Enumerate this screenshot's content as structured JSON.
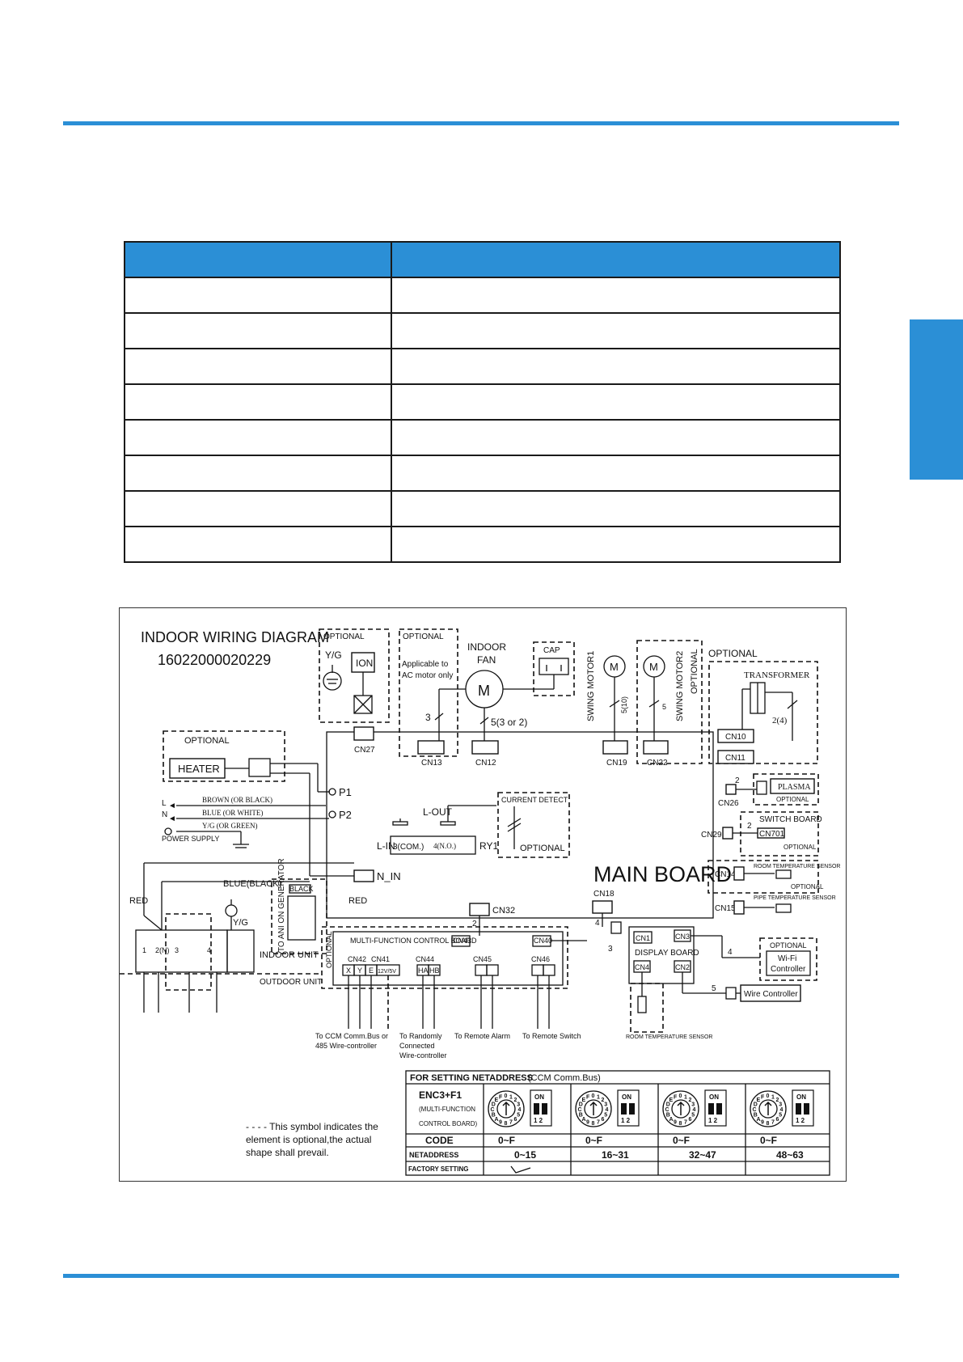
{
  "header": {
    "accent_color": "#2b8fd6"
  },
  "side_tab": {
    "color": "#2b8fd6"
  },
  "code_table": {
    "columns": [
      "",
      ""
    ],
    "rows": [
      [
        "",
        ""
      ],
      [
        "",
        ""
      ],
      [
        "",
        ""
      ],
      [
        "",
        ""
      ],
      [
        "",
        ""
      ],
      [
        "",
        ""
      ],
      [
        "",
        ""
      ],
      [
        "",
        ""
      ]
    ]
  },
  "diagram": {
    "title": "INDOOR WIRING DIAGRAM",
    "part_number": "16022000020229",
    "main_board": "MAIN BOARD",
    "optional": "OPTIONAL",
    "ion_box": {
      "yg": "Y/G",
      "ion": "ION"
    },
    "ac_motor_note": [
      "Applicable to",
      "AC motor only"
    ],
    "indoor_fan": [
      "INDOOR",
      "FAN"
    ],
    "motor_symbol": "M",
    "cap": "CAP",
    "swing_motor1": "SWING MOTOR1",
    "swing_motor2": "SWING MOTOR2",
    "transformer": "TRANSFORMER",
    "wire_counts": {
      "fan3": "3",
      "fan5": "5(3 or 2)",
      "swing1": "5(10)",
      "swing2": "5",
      "transformer": "2(4)",
      "two": "2",
      "four": "4",
      "three": "3",
      "five": "5"
    },
    "connectors": {
      "cn27": "CN27",
      "cn13": "CN13",
      "cn12": "CN12",
      "cn19": "CN19",
      "cn22": "CN22",
      "cn10": "CN10",
      "cn11": "CN11",
      "cn26": "CN26",
      "cn29": "CN29",
      "cn701": "CN701",
      "cn14": "CN14",
      "cn15": "CN15",
      "cn18": "CN18",
      "cn32": "CN32",
      "cn43": "CN43",
      "cn40": "CN40",
      "cn42": "CN42",
      "cn41": "CN41",
      "cn44": "CN44",
      "cn45": "CN45",
      "cn46": "CN46",
      "cn1": "CN1",
      "cn3": "CN3",
      "cn4": "CN4",
      "cn2": "CN2"
    },
    "heater": "HEATER",
    "p1": "P1",
    "p2": "P2",
    "power": {
      "l": "L",
      "n": "N",
      "brown": "BROWN (OR BLACK)",
      "blue": "BLUE (OR WHITE)",
      "yg": "Y/G (OR GREEN)",
      "supply": "POWER SUPPLY"
    },
    "relay": {
      "l_in": "L-IN",
      "l_out": "L-OUT",
      "com": "3(COM.)",
      "no": "4(N.O.)",
      "ry1": "RY1"
    },
    "current_detect": "CURRENT DETECT",
    "plasma": "PLASMA",
    "switch_board": "SWITCH BOARD",
    "room_temp_sensor": "ROOM TEMPERATURE SENSOR",
    "pipe_temp_sensor": "PIPE TEMPERATURE SENSOR",
    "n_in": "N_IN",
    "red": "RED",
    "blue_black": "BLUE(BLACK)",
    "black": "BLACK",
    "yg_small": "Y/G",
    "ion_generator": "TO ANI ON GENERATOR",
    "terminal": {
      "t1": "1",
      "t2": "2(N)",
      "t3": "3",
      "t4": "4"
    },
    "indoor_unit": "INDOOR UNIT",
    "outdoor_unit": "OUTDOOR UNIT",
    "mfcb": "MULTI-FUNCTION CONTROL BOARD",
    "pins": {
      "x": "X",
      "y": "Y",
      "e": "E",
      "v": "12V/5V",
      "ha": "HA",
      "hb": "HB"
    },
    "display_board": "DISPLAY BOARD",
    "wifi": [
      "Wi-Fi",
      "Controller"
    ],
    "wire_controller": "Wire Controller",
    "notes": {
      "ccm": [
        "To CCM Comm.Bus or",
        "485 Wire-controller"
      ],
      "random": [
        "To Randomly",
        "Connected",
        "Wire-controller"
      ],
      "alarm": "To Remote Alarm",
      "switch": "To Remote Switch"
    },
    "legend": [
      "- - - - This symbol indicates the",
      "element is optional,the actual",
      "shape shall prevail."
    ],
    "netaddress": {
      "header": "FOR SETTING NETADDRESS",
      "header_note": "(CCM Comm.Bus)",
      "enc": "ENC3+F1",
      "enc_note": [
        "(MULTI-FUNCTION",
        "CONTROL BOARD)"
      ],
      "on": "ON",
      "sw": "1 2",
      "code_label": "CODE",
      "net_label": "NETADDRESS",
      "factory_label": "FACTORY SETTING",
      "codes": [
        "0~F",
        "0~F",
        "0~F",
        "0~F"
      ],
      "addresses": [
        "0~15",
        "16~31",
        "32~47",
        "48~63"
      ],
      "dial_chars": "0123456789ABCDEF"
    }
  }
}
